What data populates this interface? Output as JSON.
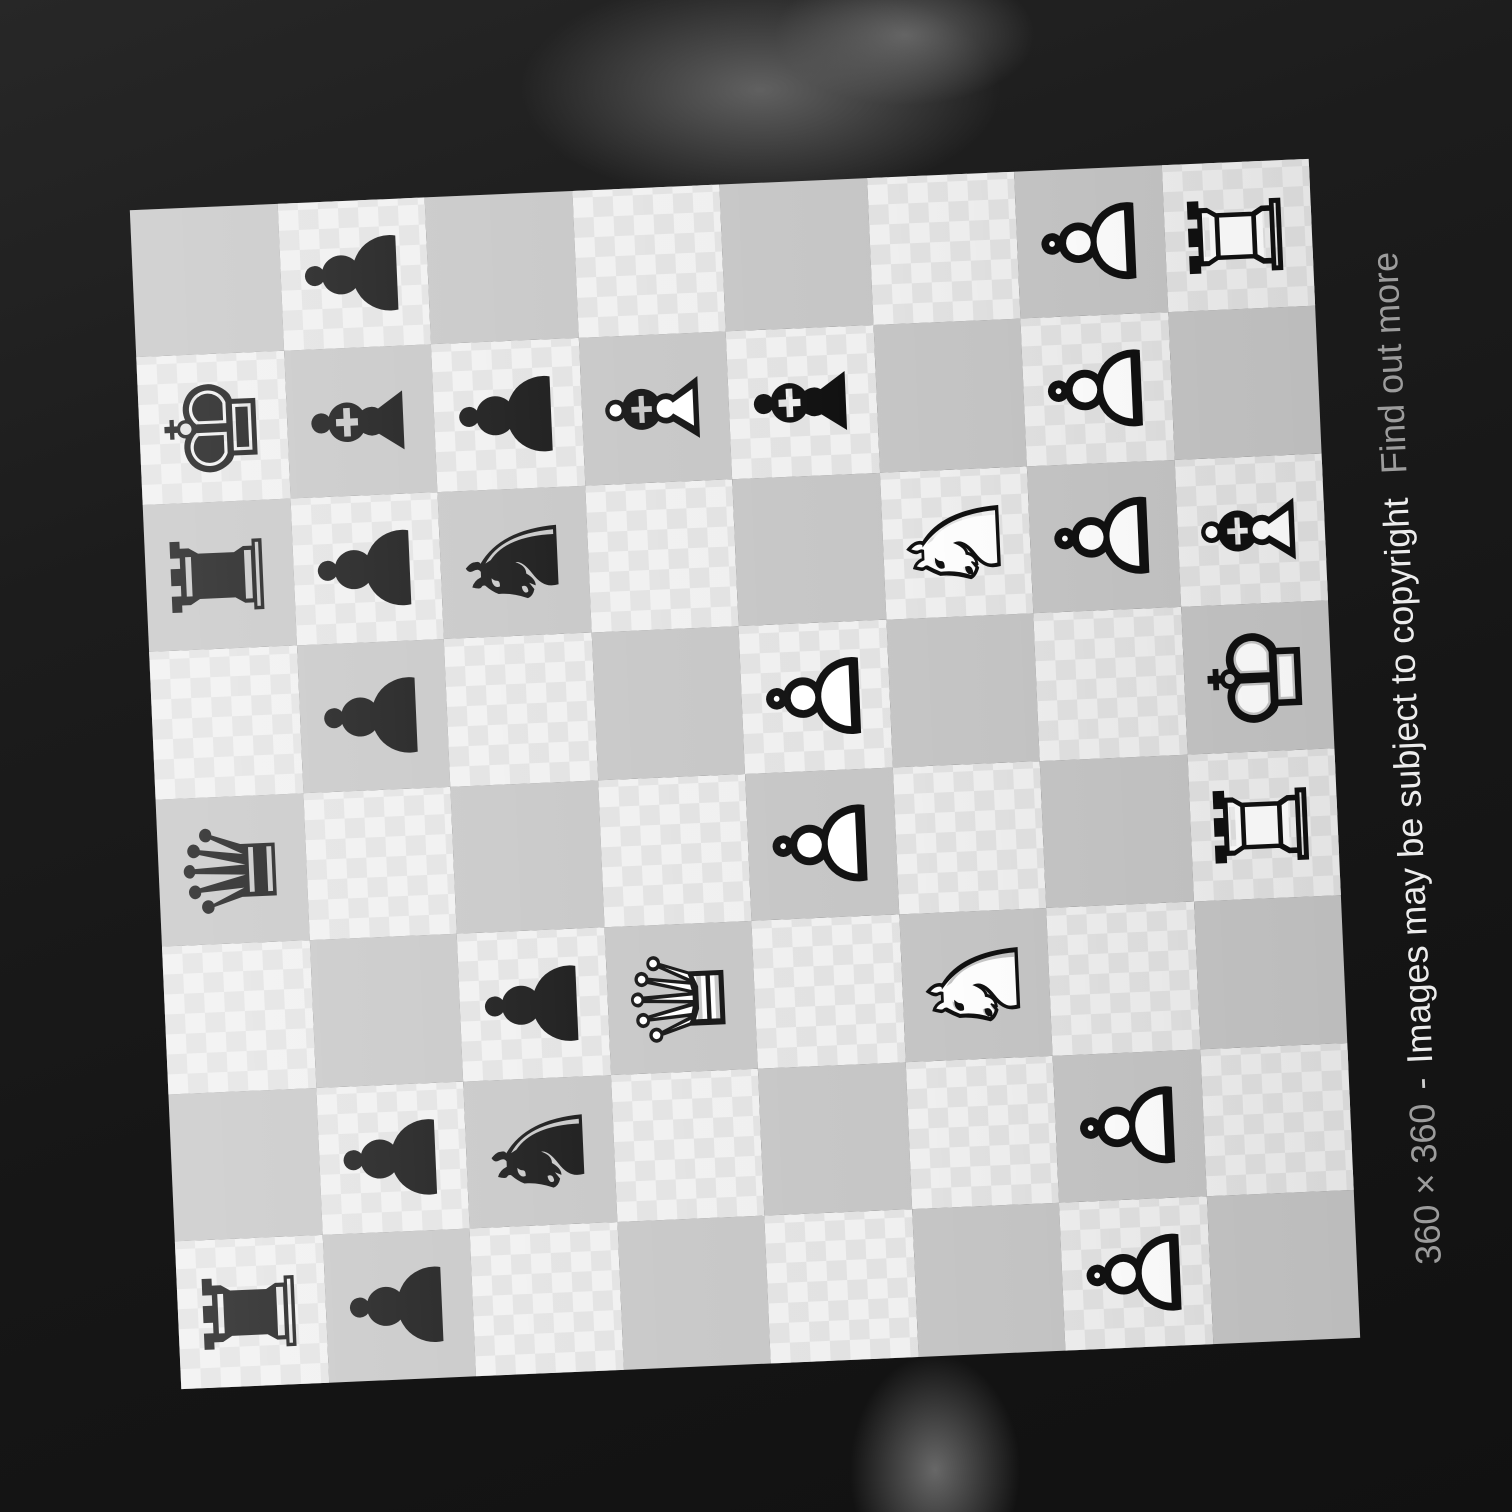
{
  "preview": {
    "board": {
      "ranks": [
        [
          "black-rook",
          null,
          null,
          "black-queen",
          null,
          "black-rook",
          "black-king",
          null
        ],
        [
          "black-pawn",
          "black-pawn",
          null,
          null,
          "black-pawn",
          "black-pawn",
          "black-bishop",
          "black-pawn"
        ],
        [
          null,
          "black-knight",
          "black-pawn",
          null,
          null,
          "black-knight",
          "black-pawn",
          null
        ],
        [
          null,
          null,
          "white-queen",
          null,
          null,
          null,
          "white-bishop",
          null
        ],
        [
          null,
          null,
          null,
          "white-pawn",
          "white-pawn",
          null,
          "black-bishop",
          null
        ],
        [
          null,
          null,
          "white-knight",
          null,
          null,
          "white-knight",
          null,
          null
        ],
        [
          "white-pawn",
          "white-pawn",
          null,
          null,
          null,
          "white-pawn",
          "white-pawn",
          "white-pawn"
        ],
        [
          null,
          null,
          null,
          "white-rook",
          "white-king",
          "white-bishop",
          null,
          "white-rook"
        ]
      ]
    },
    "caption": {
      "dimensions": "360 × 360",
      "separator": "-",
      "notice": "Images may be subject to copyright",
      "link": "Find out more"
    }
  },
  "colors": {
    "screen": "#1a1a1a",
    "dark_square": "#c6c6c6",
    "light_square": "#f0f0f0",
    "light_square_check": "#e2e2e2",
    "white_piece_fill": "#ffffff",
    "piece_ink": "#111111",
    "caption_muted": "#9c9c9c",
    "caption_text": "#ececec"
  }
}
